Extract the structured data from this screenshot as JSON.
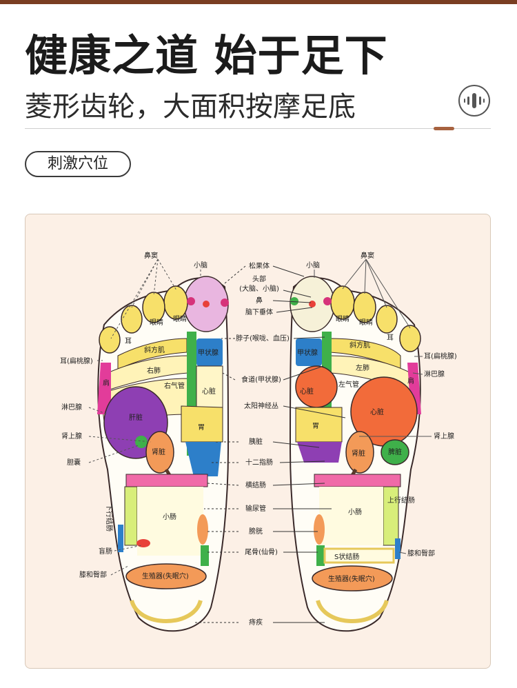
{
  "header": {
    "title": "健康之道 始于足下",
    "subtitle": "菱形齿轮，大面积按摩足底",
    "tag": "刺激穴位"
  },
  "diagram": {
    "center_labels": [
      "松果体",
      "头部",
      "(大脑、小脑)",
      "鼻",
      "脑下垂体",
      "脖子(喉咙、血压)",
      "食道(甲状腺)",
      "太阳神经丛",
      "胰脏",
      "十二指肠",
      "横结肠",
      "输尿管",
      "膀胱",
      "尾骨(仙骨)",
      "痔疾"
    ],
    "left_labels": [
      "鼻窦",
      "小脑",
      "耳(扁桃腺)",
      "淋巴腺",
      "肾上腺",
      "胆囊",
      "盲肠",
      "膝和臀部"
    ],
    "right_labels": [
      "小脑",
      "鼻窦",
      "耳(扁桃腺)",
      "淋巴腺",
      "肾上腺",
      "膝和臀部"
    ],
    "left_foot_regions": [
      "耳",
      "眼睛",
      "眼睛",
      "斜方肌",
      "右肺",
      "右气管",
      "肩",
      "甲状腺",
      "心脏",
      "肝脏",
      "肾脏",
      "胃",
      "下行结肠",
      "小肠",
      "生殖器(失眠穴)"
    ],
    "right_foot_regions": [
      "眼睛",
      "眼睛",
      "耳",
      "斜方肌",
      "左肺",
      "左气管",
      "肩",
      "甲状腺",
      "心脏",
      "心脏",
      "胃",
      "肾脏",
      "脾脏",
      "上行结肠",
      "小肠",
      "S状结肠",
      "生殖器(失眠穴)"
    ]
  },
  "colors": {
    "accent": "#a7623f",
    "panel_bg": "#fcf0e6"
  }
}
